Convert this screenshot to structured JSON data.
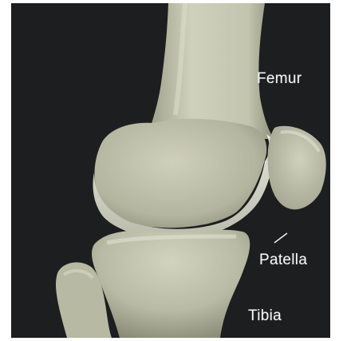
{
  "labels": {
    "femur": "Femur",
    "patella": "Patella",
    "tibia": "Tibia"
  },
  "colors": {
    "background": "#1c1e1f",
    "bone": "#c8cab3",
    "bone_shadow": "#8c8f7a",
    "bone_highlight": "#e2e3d4",
    "label": "#f4f4f4"
  }
}
